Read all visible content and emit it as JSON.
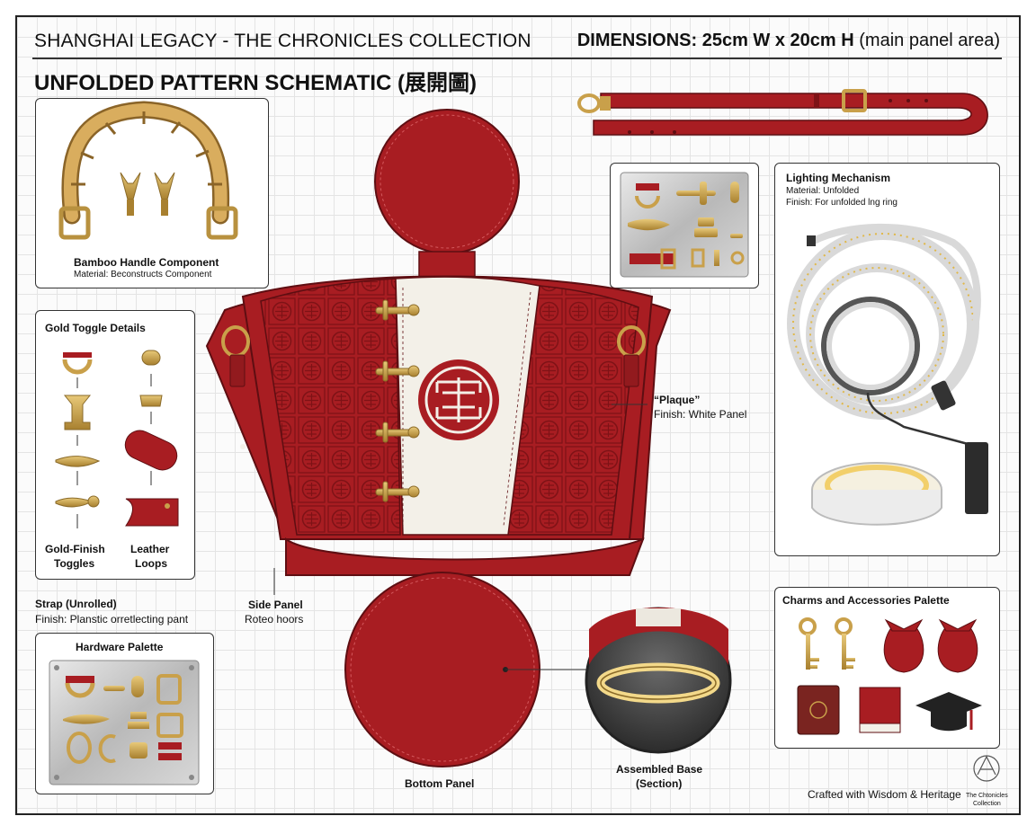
{
  "header": {
    "collection_title": "SHANGHAI LEGACY - THE CHRONICLES COLLECTION",
    "dimensions_label": "DIMENSIONS: 25cm W x 20cm H",
    "dimensions_note": "(main panel area)",
    "schematic_title": "UNFOLDED PATTERN SCHEMATIC (展開圖)"
  },
  "colors": {
    "leather_red": "#a81d22",
    "dark_red": "#7e1216",
    "gold": "#c9a04a",
    "cream_panel": "#f3f0e8"
  },
  "bamboo_handle": {
    "title": "Bamboo Handle Component",
    "material": "Material: Beconstructs Component"
  },
  "gold_toggle": {
    "title": "Gold Toggle Details",
    "left_caption_1": "Gold-Finish",
    "left_caption_2": "Toggles",
    "right_caption_1": "Leather",
    "right_caption_2": "Loops"
  },
  "strap": {
    "title": "Strap (Unrolled)",
    "finish": "Finish: Planstic orretlecting pant"
  },
  "hardware_palette": {
    "title": "Hardware Palette"
  },
  "side_panel": {
    "title": "Side Panel",
    "sub": "Roteo hoors"
  },
  "plaque": {
    "title": "“Plaque”",
    "finish": "Finish: White Panel"
  },
  "bottom_panel": {
    "title": "Bottom Panel"
  },
  "assembled_base": {
    "title_1": "Assembled Base",
    "title_2": "(Section)"
  },
  "lighting": {
    "title": "Lighting Mechanism",
    "material": "Material: Unfolded",
    "finish": "Finish: For unfolded lng ring"
  },
  "charms": {
    "title": "Charms and Accessories Palette"
  },
  "footer": {
    "crafted": "Crafted with Wisdom & Heritage",
    "logo_line_1": "The Chtonicles",
    "logo_line_2": "Collection"
  }
}
